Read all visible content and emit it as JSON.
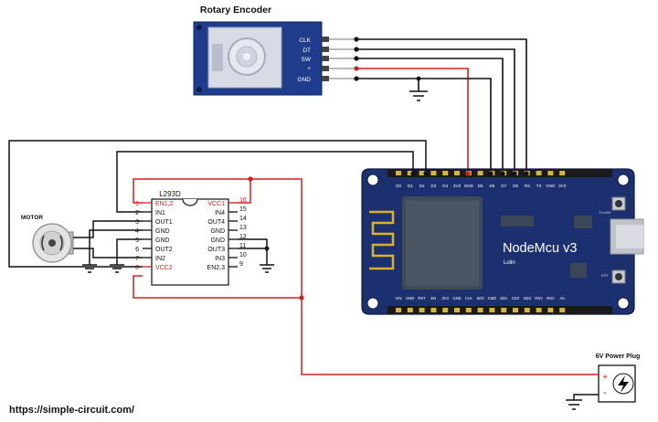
{
  "encoder": {
    "title": "Rotary Encoder",
    "pins": [
      "CLK",
      "DT",
      "SW",
      "+",
      "GND"
    ]
  },
  "driver": {
    "name": "L293D",
    "left_pins": [
      {
        "num": "1",
        "label": "EN1,2"
      },
      {
        "num": "2",
        "label": "IN1"
      },
      {
        "num": "3",
        "label": "OUT1"
      },
      {
        "num": "4",
        "label": "GND"
      },
      {
        "num": "5",
        "label": "GND"
      },
      {
        "num": "6",
        "label": "OUT2"
      },
      {
        "num": "7",
        "label": "IN2"
      },
      {
        "num": "8",
        "label": "VCC2"
      }
    ],
    "right_pins": [
      {
        "num": "16",
        "label": "VCC1"
      },
      {
        "num": "15",
        "label": "IN4"
      },
      {
        "num": "14",
        "label": "OUT4"
      },
      {
        "num": "13",
        "label": "GND"
      },
      {
        "num": "12",
        "label": "GND"
      },
      {
        "num": "11",
        "label": "OUT3"
      },
      {
        "num": "10",
        "label": "IN3"
      },
      {
        "num": "9",
        "label": "EN2,3"
      }
    ]
  },
  "motor": {
    "label": "MOTOR"
  },
  "nodemcu": {
    "title": "NodeMcu v3",
    "subtitle": "Lolin",
    "top_pins": [
      "D0",
      "D1",
      "D2",
      "D3",
      "D4",
      "3V3",
      "GND",
      "D5",
      "D6",
      "D7",
      "D8",
      "RX",
      "TX",
      "GND",
      "3V3"
    ],
    "bottom_pins": [
      "VIN",
      "GND",
      "RST",
      "EN",
      "3V3",
      "GND",
      "CLK",
      "SD0",
      "CMD",
      "SD1",
      "SD2",
      "SD3",
      "RSV",
      "RSV",
      "A0"
    ],
    "flash_label": "FLASH",
    "reset_label": "RST"
  },
  "power": {
    "title": "6V Power Plug",
    "plus": "+",
    "minus": "-"
  },
  "footer": {
    "url": "https://simple-circuit.com/"
  },
  "colors": {
    "wire": "#111111",
    "power_wire": "#d0201c",
    "board": "#1c2f6e",
    "encoder_board": "#203c8c"
  }
}
